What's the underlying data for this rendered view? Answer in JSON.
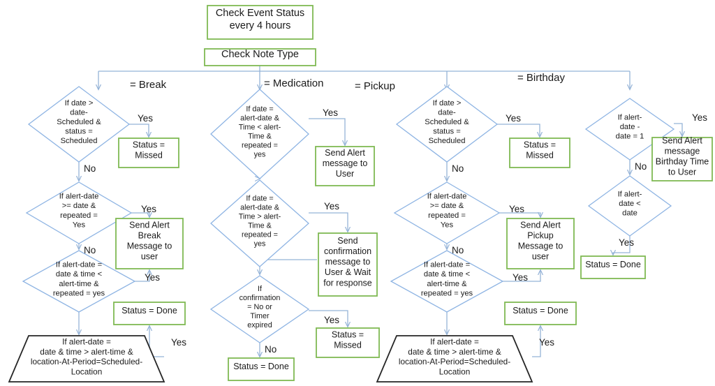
{
  "diagram": {
    "title": "Check Event Status Flowchart",
    "colors": {
      "process_border": "#7fba53",
      "decision_border": "#8eb4e3",
      "terminal_border": "#262626",
      "connector": "#95b3d7",
      "text": "#1a1a1a",
      "background": "#ffffff"
    },
    "start": {
      "line1": "Check Event Status",
      "line2": "every 4 hours"
    },
    "router": {
      "label": "Check Note Type"
    },
    "branch_labels": {
      "break": "= Break",
      "medication": "= Medication",
      "pickup": "= Pickup",
      "birthday": "= Birthday"
    },
    "yes": "Yes",
    "no": "No",
    "columns": [
      {
        "key": "break",
        "nodes": [
          {
            "id": "b-d1",
            "type": "decision",
            "lines": [
              "If date >",
              "date-",
              "Scheduled  &",
              "status =",
              "Scheduled"
            ]
          },
          {
            "id": "b-p1",
            "type": "process",
            "lines": [
              "Status =",
              "Missed"
            ]
          },
          {
            "id": "b-d2",
            "type": "decision",
            "lines": [
              "If  alert-date",
              ">= date &",
              "repeated =",
              "Yes"
            ]
          },
          {
            "id": "b-p2",
            "type": "process",
            "lines": [
              "Send Alert",
              "Break",
              "Message to",
              "user"
            ]
          },
          {
            "id": "b-d3",
            "type": "decision",
            "lines": [
              "If alert-date =",
              "date & time <",
              "alert-time &",
              "repeated = yes"
            ]
          },
          {
            "id": "b-p3",
            "type": "process",
            "lines": [
              "Status = Done"
            ]
          },
          {
            "id": "b-t1",
            "type": "terminal",
            "lines": [
              "If alert-date =",
              "date & time > alert-time &",
              "location-At-Period=Scheduled-",
              "Location"
            ]
          }
        ]
      },
      {
        "key": "medication",
        "nodes": [
          {
            "id": "m-d1",
            "type": "decision",
            "lines": [
              "If date =",
              "alert-date  &",
              "Time < alert-",
              "Time &",
              "repeated =",
              "yes"
            ]
          },
          {
            "id": "m-p1",
            "type": "process",
            "lines": [
              "Send Alert",
              "message to",
              "User"
            ]
          },
          {
            "id": "m-d2",
            "type": "decision",
            "lines": [
              "If date =",
              "alert-date  &",
              "Time > alert-",
              "Time &",
              "repeated =",
              "yes"
            ]
          },
          {
            "id": "m-p2",
            "type": "process",
            "lines": [
              "Send",
              "confirmation",
              "message to",
              "User & Wait",
              "for response"
            ]
          },
          {
            "id": "m-d3",
            "type": "decision",
            "lines": [
              "If",
              "confirmation",
              "= No or",
              "Timer",
              "expired"
            ]
          },
          {
            "id": "m-p3",
            "type": "process",
            "lines": [
              "Status =",
              "Missed"
            ]
          },
          {
            "id": "m-p4",
            "type": "process",
            "lines": [
              "Status = Done"
            ]
          }
        ]
      },
      {
        "key": "pickup",
        "nodes": [
          {
            "id": "p-d1",
            "type": "decision",
            "lines": [
              "If date >",
              "date-",
              "Scheduled  &",
              "status =",
              "Scheduled"
            ]
          },
          {
            "id": "p-p1",
            "type": "process",
            "lines": [
              "Status =",
              "Missed"
            ]
          },
          {
            "id": "p-d2",
            "type": "decision",
            "lines": [
              "If  alert-date",
              ">= date &",
              "repeated =",
              "Yes"
            ]
          },
          {
            "id": "p-p2",
            "type": "process",
            "lines": [
              "Send Alert",
              "Pickup",
              "Message to",
              "user"
            ]
          },
          {
            "id": "p-d3",
            "type": "decision",
            "lines": [
              "If alert-date =",
              "date & time <",
              "alert-time &",
              "repeated = yes"
            ]
          },
          {
            "id": "p-p3",
            "type": "process",
            "lines": [
              "Status = Done"
            ]
          },
          {
            "id": "p-t1",
            "type": "terminal",
            "lines": [
              "If alert-date =",
              "date & time > alert-time &",
              "location-At-Period=Scheduled-",
              "Location"
            ]
          }
        ]
      },
      {
        "key": "birthday",
        "nodes": [
          {
            "id": "y-d1",
            "type": "decision",
            "lines": [
              "If alert-",
              "date  -",
              "date = 1"
            ]
          },
          {
            "id": "y-p1",
            "type": "process",
            "lines": [
              "Send Alert",
              "message",
              "Birthday Time",
              "to User"
            ]
          },
          {
            "id": "y-d2",
            "type": "decision",
            "lines": [
              "If alert-",
              "date  <",
              "date"
            ]
          },
          {
            "id": "y-p2",
            "type": "process",
            "lines": [
              "Status = Done"
            ]
          }
        ]
      }
    ]
  }
}
